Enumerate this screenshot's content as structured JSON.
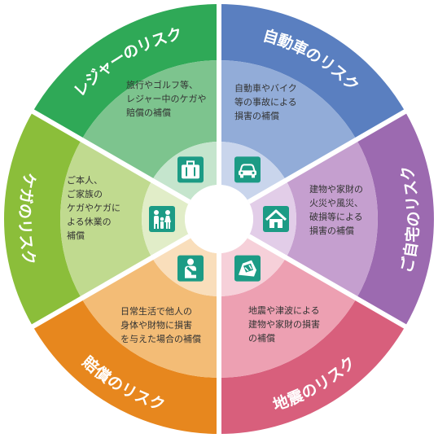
{
  "sectors": [
    {
      "id": "auto",
      "title": "自動車のリスク",
      "description": [
        "自動車やバイク",
        "等の事故による",
        "損害の補償"
      ],
      "icon": "car-icon",
      "outer_color": "#5a7fc0",
      "inner_color": "#92acd8",
      "core_color": "#c9d5ec"
    },
    {
      "id": "home",
      "title": "ご自宅のリスク",
      "description": [
        "建物や家財の",
        "火災や風災、",
        "破損等による",
        "損害の補償"
      ],
      "icon": "house-icon",
      "outer_color": "#9c6ab0",
      "inner_color": "#c59fcf",
      "core_color": "#e2cde8"
    },
    {
      "id": "earthquake",
      "title": "地震のリスク",
      "description": [
        "地震や津波による",
        "建物や家財の損害",
        "の補償"
      ],
      "icon": "collapsed-house-icon",
      "outer_color": "#d85f7c",
      "inner_color": "#eda0b2",
      "core_color": "#f6d0d9"
    },
    {
      "id": "liability",
      "title": "賠償のリスク",
      "description": [
        "日常生活で他人の",
        "身体や財物に損害",
        "を与えた場合の補償"
      ],
      "icon": "injured-person-icon",
      "outer_color": "#e7871e",
      "inner_color": "#f3bc76",
      "core_color": "#f9debb"
    },
    {
      "id": "injury",
      "title": "ケガのリスク",
      "description": [
        "ご本人、",
        "ご家族の",
        "ケガやケガに",
        "よる休業の",
        "補償"
      ],
      "icon": "family-icon",
      "outer_color": "#8bbe3a",
      "inner_color": "#c0da8f",
      "core_color": "#e1edc8"
    },
    {
      "id": "leisure",
      "title": "レジャーのリスク",
      "description": [
        "旅行やゴルフ等、",
        "レジャー中のケガや",
        "賠償の補償"
      ],
      "icon": "suitcase-icon",
      "outer_color": "#2fa957",
      "inner_color": "#7dc48e",
      "core_color": "#c5e5cd"
    }
  ],
  "icon_badge_color": "#1c9b85"
}
